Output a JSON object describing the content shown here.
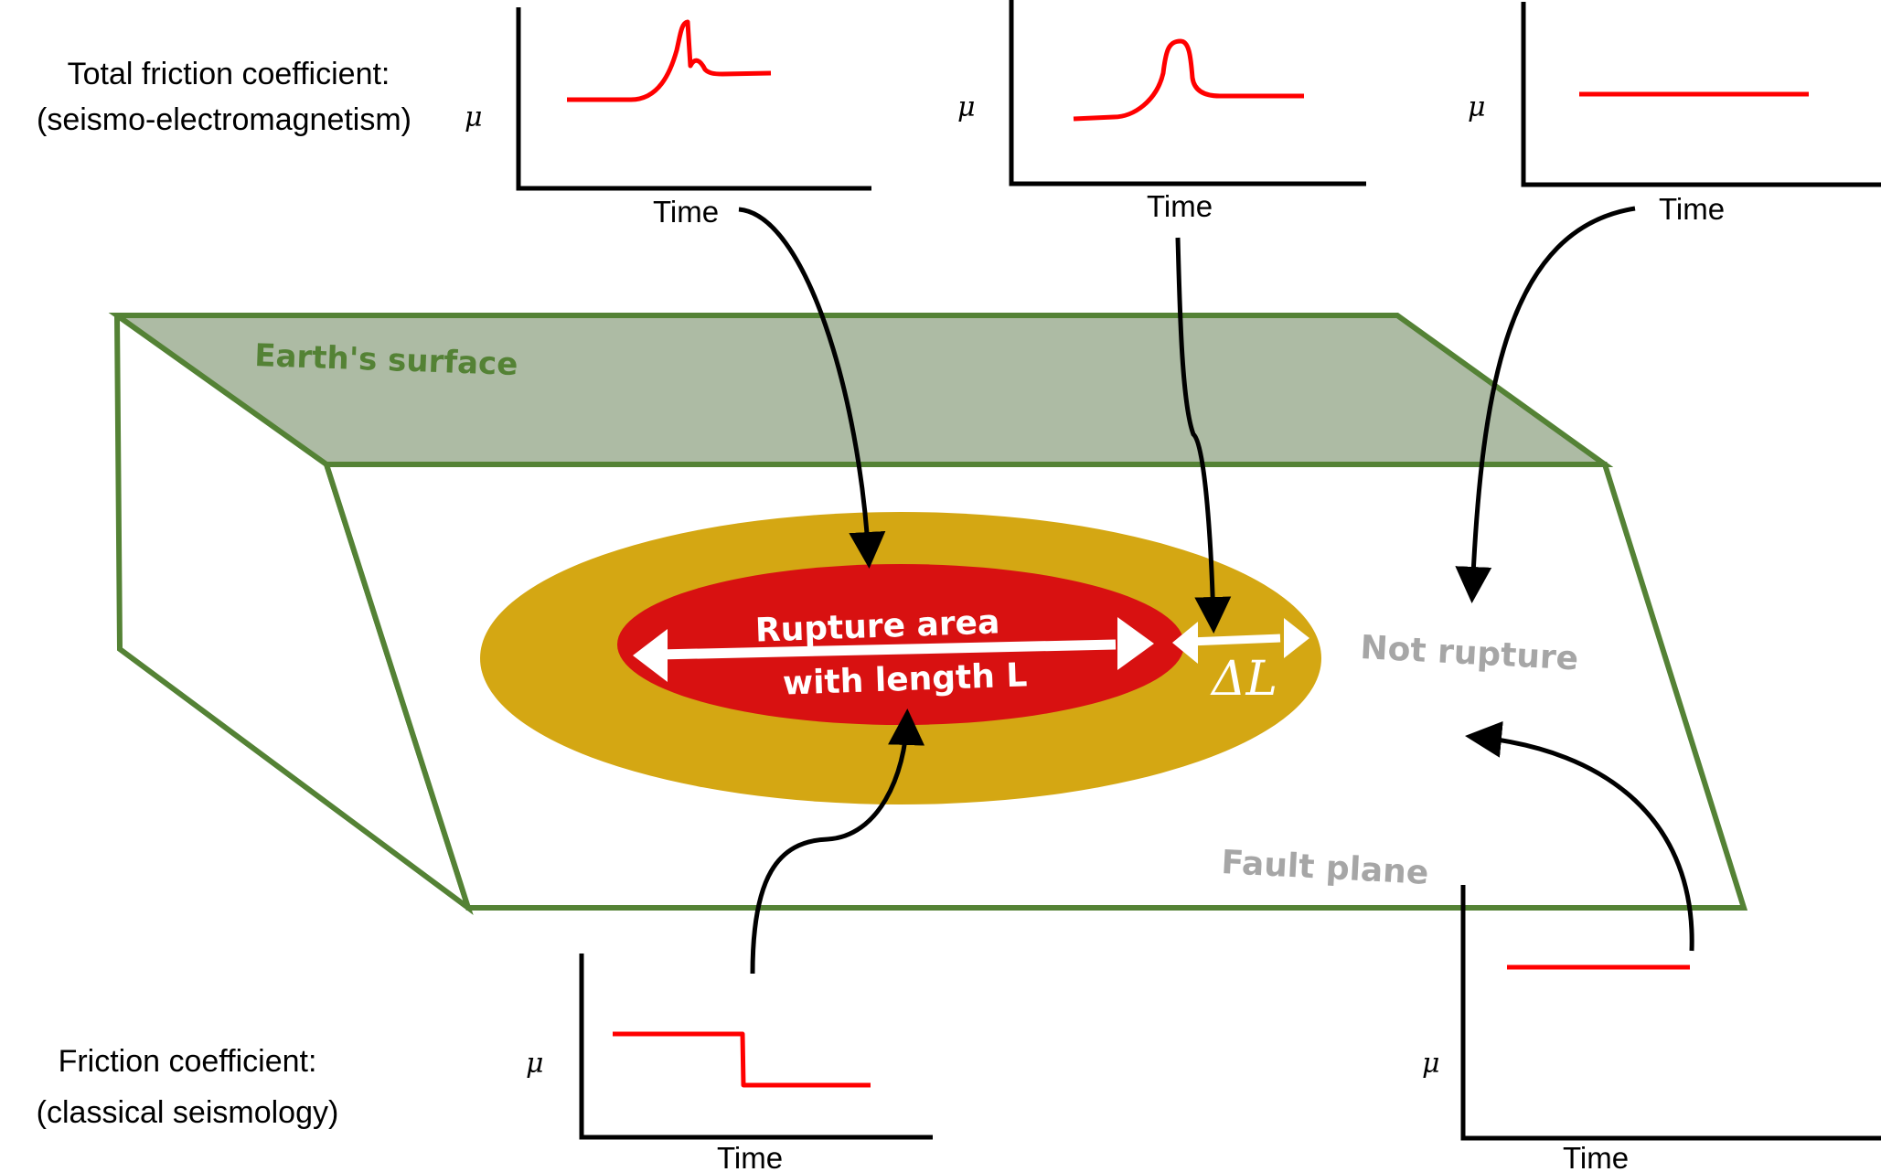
{
  "colors": {
    "surface_fill": "#adbba4",
    "outline": "#548235",
    "surface_text": "#548235",
    "outer_ring": "#d4a713",
    "rupture": "#d81111",
    "curve": "#ff0000",
    "gray_text": "#a6a6a6",
    "white": "#ffffff",
    "axis": "#000000"
  },
  "labels": {
    "total_friction_title": "Total friction coefficient:",
    "total_friction_sub": "(seismo-electromagnetism)",
    "friction_title": "Friction coefficient:",
    "friction_sub": "(classical seismology)",
    "earth_surface": "Earth's surface",
    "fault_plane": "Fault plane",
    "not_rupture": "Not rupture",
    "rupture_line1": "Rupture area",
    "rupture_line2": "with length L",
    "delta_l": "ΔL"
  },
  "plots": [
    {
      "id": "top-rupture",
      "ylabel": "μ",
      "xlabel": "Time",
      "shape": "spike-with-secondary-peak"
    },
    {
      "id": "top-delta",
      "ylabel": "μ",
      "xlabel": "Time",
      "shape": "single-peak"
    },
    {
      "id": "top-not-rupture",
      "ylabel": "μ",
      "xlabel": "Time",
      "shape": "constant"
    },
    {
      "id": "bottom-rupture",
      "ylabel": "μ",
      "xlabel": "Time",
      "shape": "step-down"
    },
    {
      "id": "bottom-not-rupture",
      "ylabel": "μ",
      "xlabel": "Time",
      "shape": "constant"
    }
  ]
}
